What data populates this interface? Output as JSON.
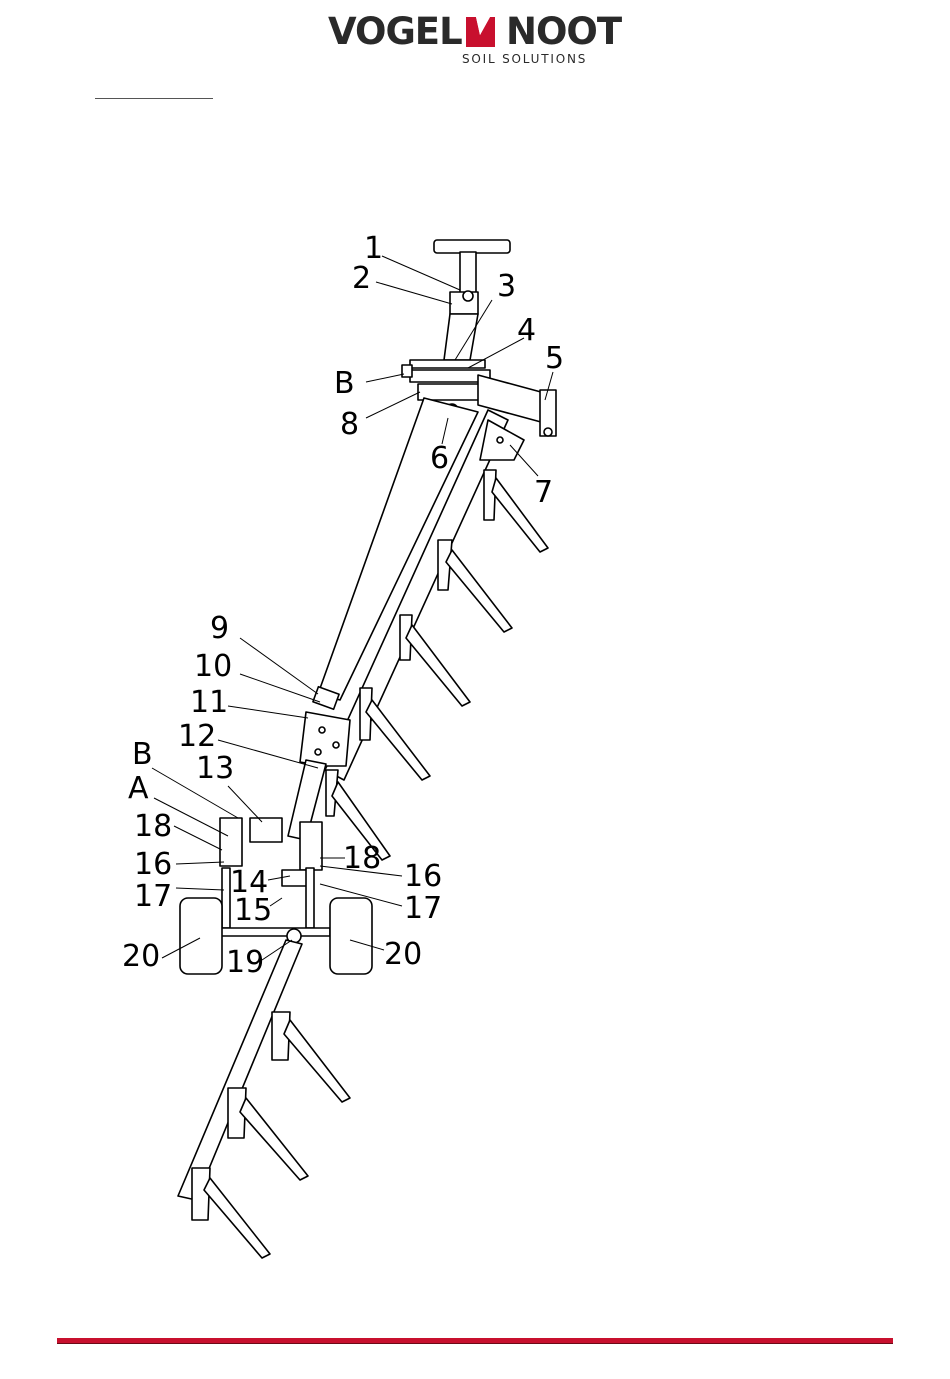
{
  "header": {
    "brand_left": "VOGEL",
    "brand_right": "NOOT",
    "tagline": "SOIL SOLUTIONS",
    "brand_color": "#c8102e",
    "text_color": "#2a2a2a"
  },
  "diagram": {
    "labels": [
      "1",
      "2",
      "3",
      "4",
      "5",
      "B",
      "8",
      "6",
      "7",
      "9",
      "10",
      "11",
      "12",
      "B",
      "13",
      "A",
      "18",
      "16",
      "17",
      "14",
      "15",
      "18",
      "16",
      "17",
      "20",
      "19",
      "20"
    ]
  },
  "footer": {
    "rule_color": "#c8102e"
  }
}
